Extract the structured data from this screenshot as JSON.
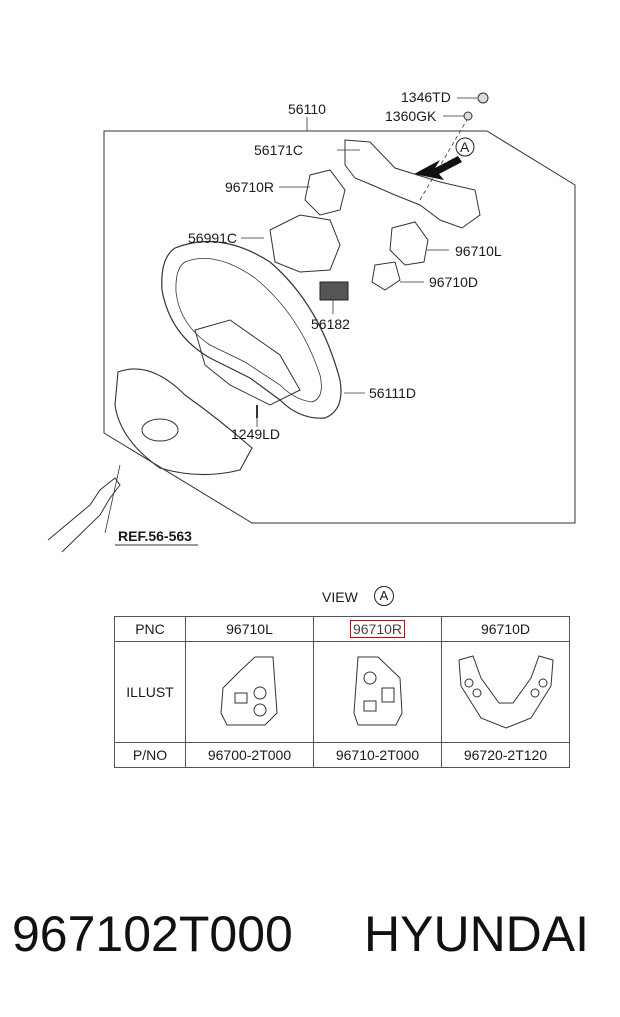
{
  "labels": {
    "main_assembly": "56110",
    "nut": "1346TD",
    "bolt": "1360GK",
    "cover": "56171C",
    "switch_right": "96710R",
    "clock_spring": "56991C",
    "switch_left": "96710L",
    "switch_d": "96710D",
    "module": "56182",
    "wheel": "56111D",
    "bolt_lower": "1249LD",
    "ref": "REF.56-563",
    "arrow_letter": "A"
  },
  "view": {
    "title": "VIEW",
    "letter": "A"
  },
  "table": {
    "header": {
      "label": "PNC",
      "col1": "96710L",
      "col2": "96710R",
      "col3": "96710D"
    },
    "illust_label": "ILLUST",
    "pno": {
      "label": "P/NO",
      "col1": "96700-2T000",
      "col2": "96710-2T000",
      "col3": "96720-2T120"
    }
  },
  "footer": {
    "part_number": "967102T000",
    "brand": "HYUNDAI"
  },
  "colors": {
    "highlight": "#d40000",
    "line": "#333333"
  }
}
